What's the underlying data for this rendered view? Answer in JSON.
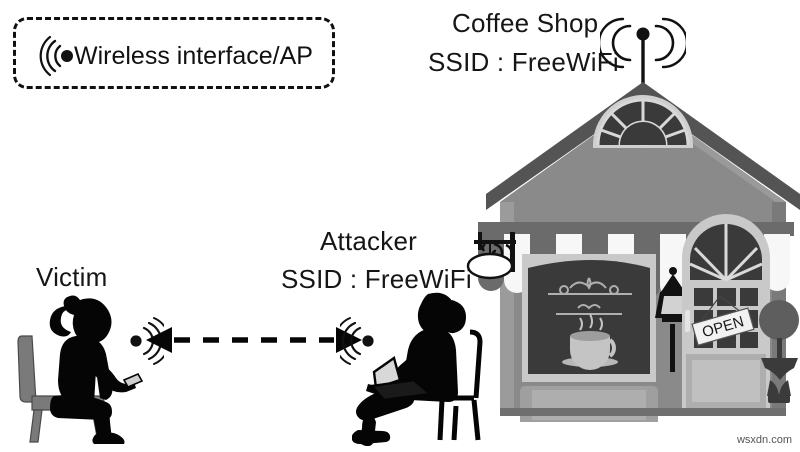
{
  "figure": {
    "title_coffee_shop": "Coffee Shop",
    "ssid_coffee_shop": "SSID : FreeWiFi",
    "title_attacker": "Attacker",
    "ssid_attacker": "SSID : FreeWiFi",
    "title_victim": "Victim",
    "legend_text": "Wireless interface/AP",
    "open_sign": "OPEN",
    "watermark": "wsxdn.com"
  },
  "icons": {
    "legend_wireless": "wireless-signal-icon",
    "rooftop_antenna": "antenna-icon",
    "victim_signal": "wireless-signal-icon",
    "attacker_signal": "wireless-signal-icon",
    "link_arrow": "bidirectional-dashed-arrow-icon",
    "coffee_cup": "coffee-cup-icon",
    "street_lamp": "lantern-icon",
    "hanging_sign": "hanging-shop-sign-icon",
    "topiary": "potted-topiary-icon",
    "victim_person": "seated-woman-with-phone-icon",
    "attacker_person": "seated-woman-with-laptop-icon"
  },
  "colors": {
    "ink": "#111111",
    "wall": "#8a8a8a",
    "wall_dark": "#6f6f6f",
    "roof": "#545454",
    "awning_stripe": "#6b6b6b",
    "awning_white": "#f7f7f7",
    "window_dark": "#3a3a3a",
    "trim": "#c9c9c9",
    "chair_gray": "#7a7a7a",
    "background": "#ffffff"
  }
}
